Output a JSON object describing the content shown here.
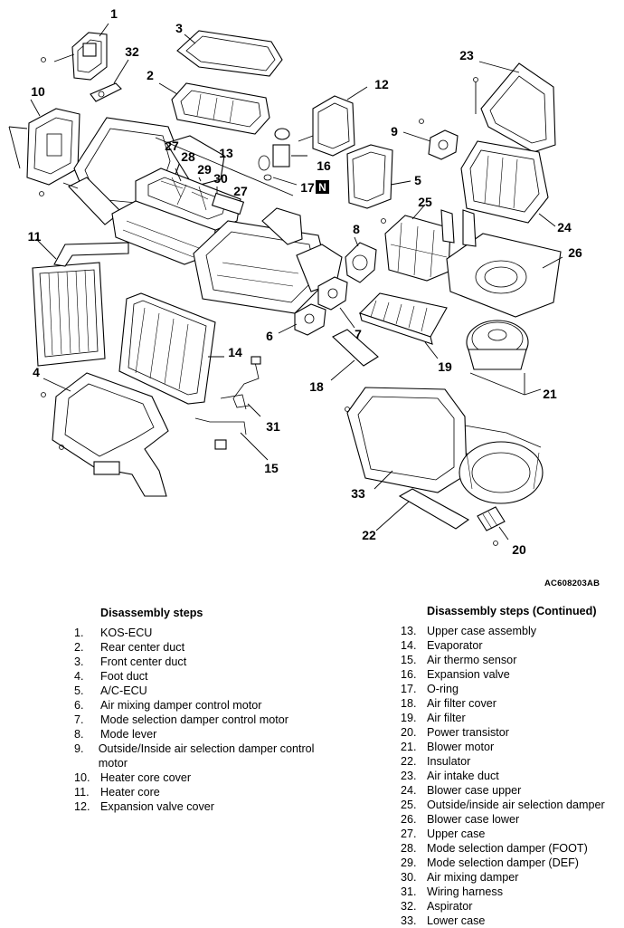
{
  "figure_code": "AC608203AB",
  "badge": "N",
  "callouts": [
    "1",
    "32",
    "3",
    "2",
    "10",
    "12",
    "23",
    "9",
    "13",
    "16",
    "17",
    "5",
    "27",
    "28",
    "29",
    "30",
    "27",
    "25",
    "24",
    "11",
    "8",
    "26",
    "14",
    "6",
    "7",
    "19",
    "4",
    "18",
    "21",
    "31",
    "15",
    "33",
    "22",
    "20"
  ],
  "steps_left": {
    "heading": "Disassembly steps",
    "items": [
      {
        "num": "1.",
        "text": "KOS-ECU"
      },
      {
        "num": "2.",
        "text": "Rear center duct"
      },
      {
        "num": "3.",
        "text": "Front center duct"
      },
      {
        "num": "4.",
        "text": "Foot duct"
      },
      {
        "num": "5.",
        "text": "A/C-ECU"
      },
      {
        "num": "6.",
        "text": "Air mixing damper control motor"
      },
      {
        "num": "7.",
        "text": "Mode selection damper control motor"
      },
      {
        "num": "8.",
        "text": "Mode lever"
      },
      {
        "num": "9.",
        "text": "Outside/Inside air selection damper control motor"
      },
      {
        "num": "10.",
        "text": "Heater core cover"
      },
      {
        "num": "11.",
        "text": "Heater core"
      },
      {
        "num": "12.",
        "text": "Expansion valve cover"
      }
    ]
  },
  "steps_right": {
    "heading": "Disassembly steps (Continued)",
    "items": [
      {
        "num": "13.",
        "text": "Upper case assembly"
      },
      {
        "num": "14.",
        "text": "Evaporator"
      },
      {
        "num": "15.",
        "text": "Air thermo sensor"
      },
      {
        "num": "16.",
        "text": "Expansion valve"
      },
      {
        "num": "17.",
        "text": "O-ring"
      },
      {
        "num": "18.",
        "text": "Air filter cover"
      },
      {
        "num": "19.",
        "text": "Air filter"
      },
      {
        "num": "20.",
        "text": "Power transistor"
      },
      {
        "num": "21.",
        "text": "Blower motor"
      },
      {
        "num": "22.",
        "text": "Insulator"
      },
      {
        "num": "23.",
        "text": "Air intake duct"
      },
      {
        "num": "24.",
        "text": "Blower case upper"
      },
      {
        "num": "25.",
        "text": "Outside/inside air selection damper"
      },
      {
        "num": "26.",
        "text": "Blower case lower"
      },
      {
        "num": "27.",
        "text": "Upper case"
      },
      {
        "num": "28.",
        "text": "Mode selection damper (FOOT)"
      },
      {
        "num": "29.",
        "text": "Mode selection damper (DEF)"
      },
      {
        "num": "30.",
        "text": "Air mixing damper"
      },
      {
        "num": "31.",
        "text": "Wiring harness"
      },
      {
        "num": "32.",
        "text": "Aspirator"
      },
      {
        "num": "33.",
        "text": "Lower case"
      }
    ]
  }
}
